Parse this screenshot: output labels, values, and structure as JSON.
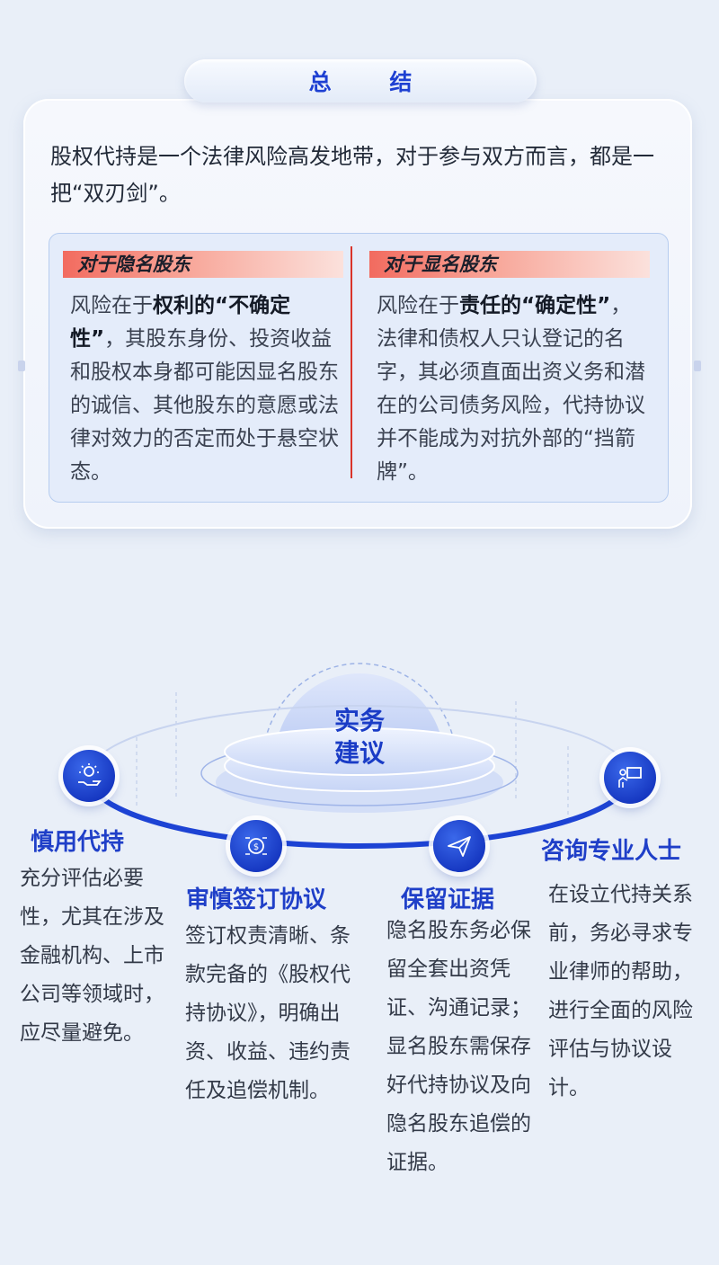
{
  "summary": {
    "heading": "总 结",
    "intro": "股权代持是一个法律风险高发地带，对于参与双方而言，都是一把“双刃剑”。",
    "left": {
      "title": "对于隐名股东",
      "text_pre": "风险在于",
      "text_bold": "权利的“不确定性”",
      "text_post": "，其股东身份、投资收益和股权本身都可能因显名股东的诚信、其他股东的意愿或法律对效力的否定而处于悬空状态。"
    },
    "right": {
      "title": "对于显名股东",
      "text_pre": "风险在于",
      "text_bold": "责任的“确定性”",
      "text_post": "，法律和债权人只认登记的名字，其必须直面出资义务和潜在的公司债务风险，代持协议并不能成为对抗外部的“挡箭牌”。"
    }
  },
  "advice": {
    "center_line1": "实务",
    "center_line2": "建议",
    "items": [
      {
        "title": "慎用代持",
        "text": "充分评估必要性，尤其在涉及金融机构、上市公司等领域时，应尽量避免。",
        "icon": "hand-lightbulb-icon"
      },
      {
        "title": "审慎签订协议",
        "text": "签订权责清晰、条款完备的《股权代持协议》，明确出资、收益、违约责任及追偿机制。",
        "icon": "money-document-icon"
      },
      {
        "title": "保留证据",
        "text": "隐名股东务必保留全套出资凭证、沟通记录；显名股东需保存好代持协议及向隐名股东追偿的证据。",
        "icon": "paper-plane-icon"
      },
      {
        "title": "咨询专业人士",
        "text": "在设立代持关系前，务必寻求专业律师的帮助，进行全面的风险评估与协议设计。",
        "icon": "presentation-icon"
      }
    ]
  },
  "colors": {
    "accent": "#1f3fc8",
    "warning": "#d9342a",
    "background": "#e9eff8"
  }
}
